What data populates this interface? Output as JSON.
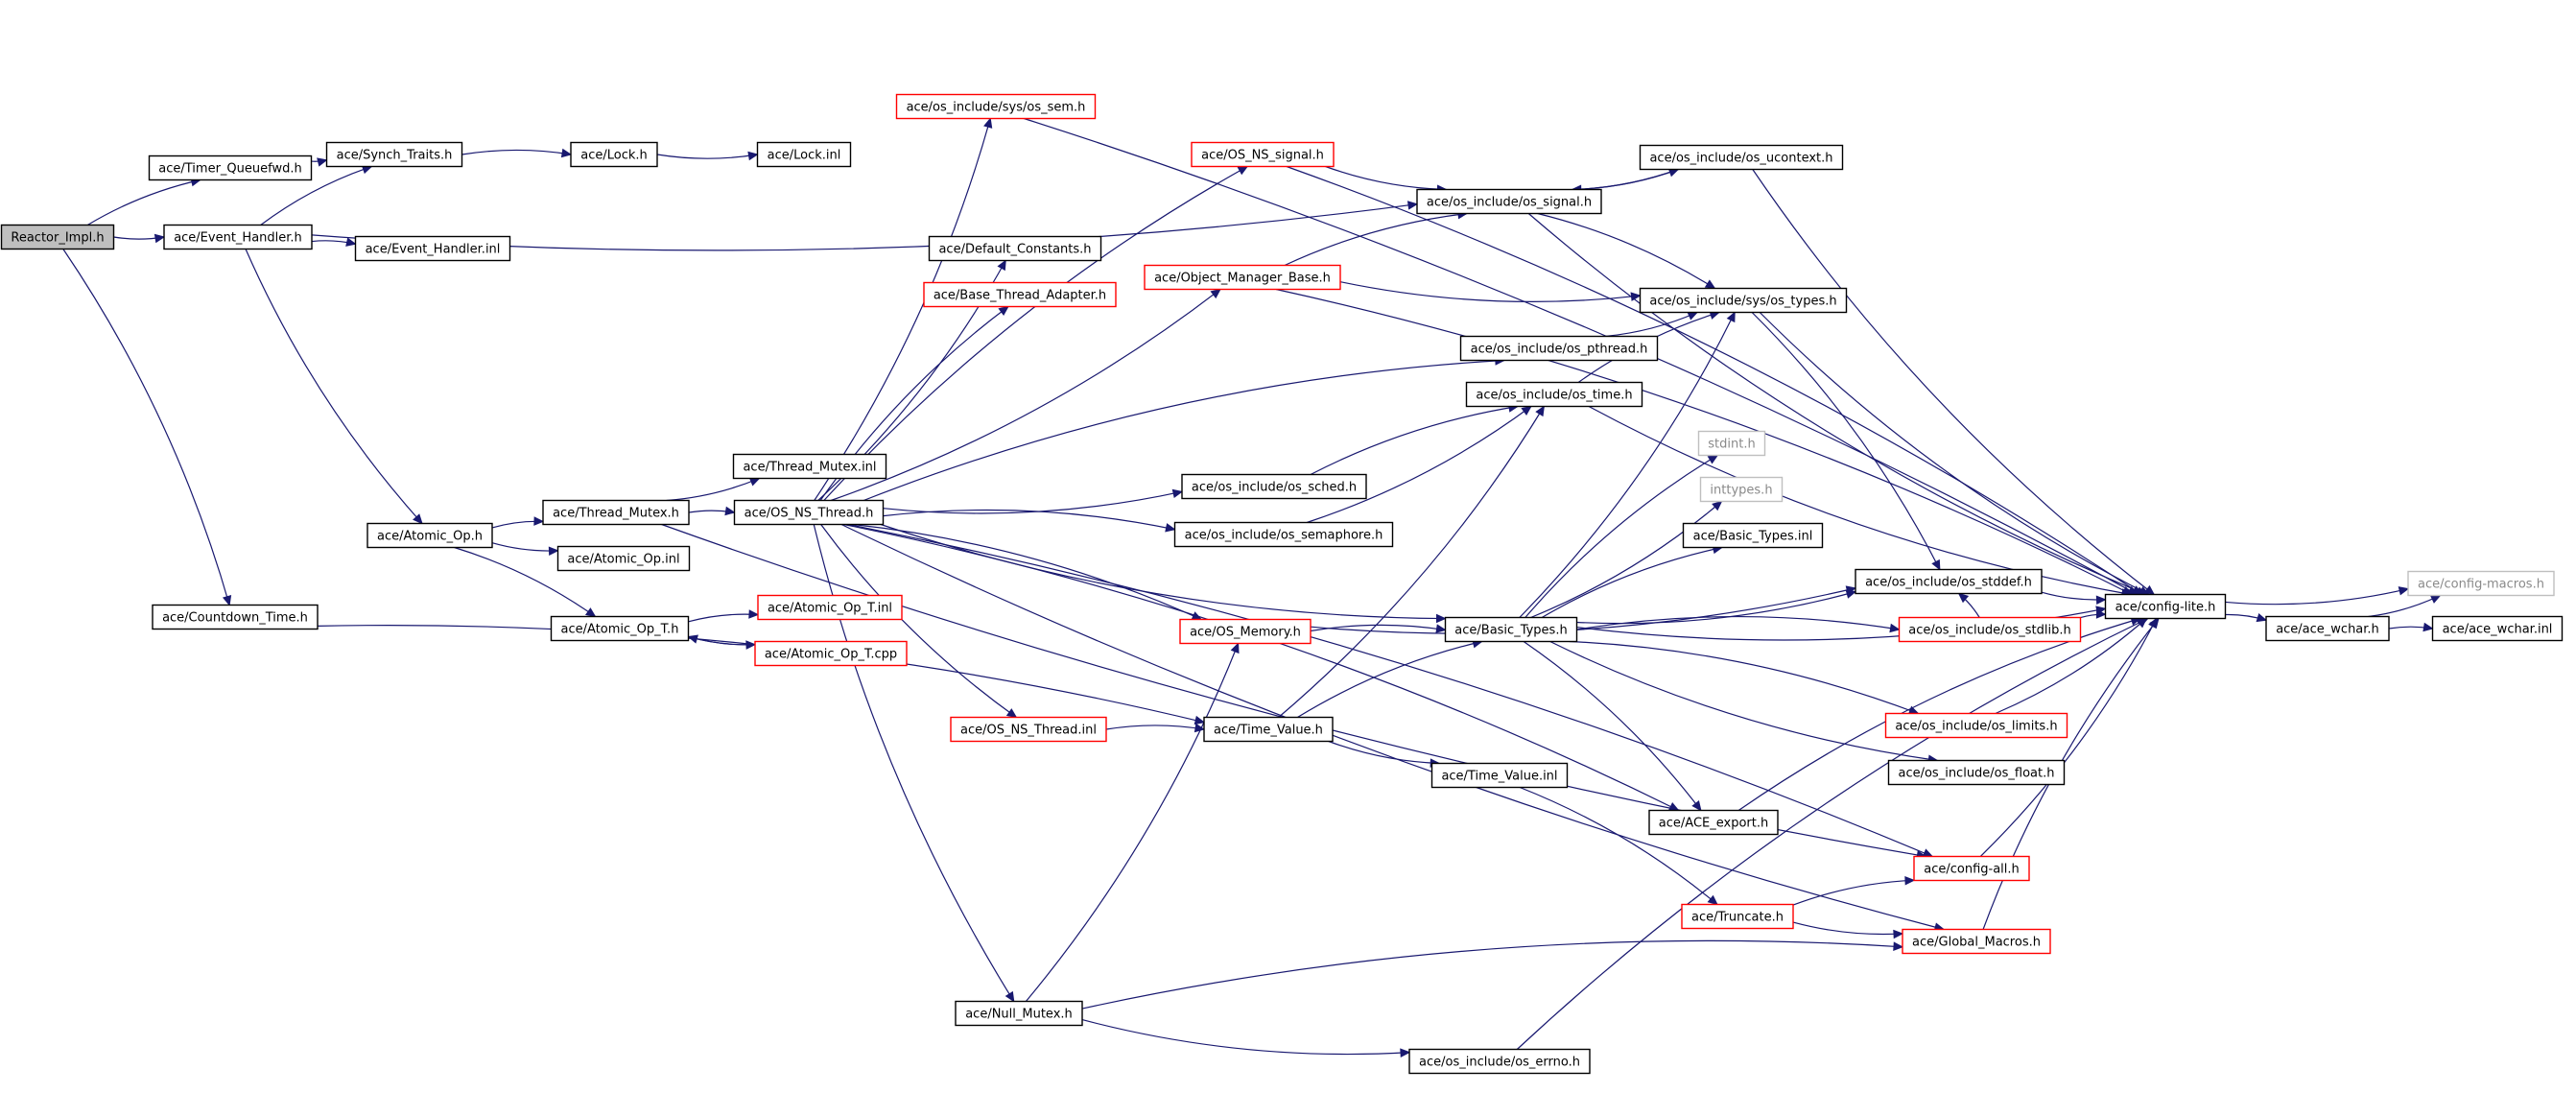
{
  "nodes": [
    {
      "id": "reactor_impl",
      "label": "Reactor_Impl.h",
      "style": "root",
      "link": false
    },
    {
      "id": "timer_queuefwd",
      "label": "ace/Timer_Queuefwd.h",
      "style": "normal",
      "link": true
    },
    {
      "id": "event_handler",
      "label": "ace/Event_Handler.h",
      "style": "normal",
      "link": true
    },
    {
      "id": "countdown_time",
      "label": "ace/Countdown_Time.h",
      "style": "normal",
      "link": true
    },
    {
      "id": "synch_traits",
      "label": "ace/Synch_Traits.h",
      "style": "normal",
      "link": true
    },
    {
      "id": "event_handler_inl",
      "label": "ace/Event_Handler.inl",
      "style": "normal",
      "link": true
    },
    {
      "id": "lock_h",
      "label": "ace/Lock.h",
      "style": "normal",
      "link": true
    },
    {
      "id": "lock_inl",
      "label": "ace/Lock.inl",
      "style": "normal",
      "link": true
    },
    {
      "id": "os_sem",
      "label": "ace/os_include/sys/os_sem.h",
      "style": "red",
      "link": true
    },
    {
      "id": "os_ns_signal",
      "label": "ace/OS_NS_signal.h",
      "style": "red",
      "link": true
    },
    {
      "id": "os_ucontext",
      "label": "ace/os_include/os_ucontext.h",
      "style": "normal",
      "link": true
    },
    {
      "id": "os_signal",
      "label": "ace/os_include/os_signal.h",
      "style": "normal",
      "link": true
    },
    {
      "id": "default_constants",
      "label": "ace/Default_Constants.h",
      "style": "normal",
      "link": true
    },
    {
      "id": "base_thread_adapter",
      "label": "ace/Base_Thread_Adapter.h",
      "style": "red",
      "link": true
    },
    {
      "id": "object_manager_base",
      "label": "ace/Object_Manager_Base.h",
      "style": "red",
      "link": true
    },
    {
      "id": "os_types",
      "label": "ace/os_include/sys/os_types.h",
      "style": "normal",
      "link": true
    },
    {
      "id": "os_pthread",
      "label": "ace/os_include/os_pthread.h",
      "style": "normal",
      "link": true
    },
    {
      "id": "os_time",
      "label": "ace/os_include/os_time.h",
      "style": "normal",
      "link": true
    },
    {
      "id": "stdint",
      "label": "stdint.h",
      "style": "grey",
      "link": false
    },
    {
      "id": "inttypes",
      "label": "inttypes.h",
      "style": "grey",
      "link": false
    },
    {
      "id": "basic_types_inl",
      "label": "ace/Basic_Types.inl",
      "style": "normal",
      "link": true
    },
    {
      "id": "thread_mutex_inl",
      "label": "ace/Thread_Mutex.inl",
      "style": "normal",
      "link": true
    },
    {
      "id": "atomic_op",
      "label": "ace/Atomic_Op.h",
      "style": "normal",
      "link": true
    },
    {
      "id": "thread_mutex",
      "label": "ace/Thread_Mutex.h",
      "style": "normal",
      "link": true
    },
    {
      "id": "os_ns_thread",
      "label": "ace/OS_NS_Thread.h",
      "style": "normal",
      "link": true
    },
    {
      "id": "os_sched",
      "label": "ace/os_include/os_sched.h",
      "style": "normal",
      "link": true
    },
    {
      "id": "os_semaphore",
      "label": "ace/os_include/os_semaphore.h",
      "style": "normal",
      "link": true
    },
    {
      "id": "atomic_op_inl",
      "label": "ace/Atomic_Op.inl",
      "style": "normal",
      "link": true
    },
    {
      "id": "os_stddef",
      "label": "ace/os_include/os_stddef.h",
      "style": "normal",
      "link": true
    },
    {
      "id": "config_lite",
      "label": "ace/config-lite.h",
      "style": "normal",
      "link": true
    },
    {
      "id": "config_macros",
      "label": "ace/config-macros.h",
      "style": "grey",
      "link": false
    },
    {
      "id": "ace_wchar_h",
      "label": "ace/ace_wchar.h",
      "style": "normal",
      "link": true
    },
    {
      "id": "ace_wchar_inl",
      "label": "ace/ace_wchar.inl",
      "style": "normal",
      "link": true
    },
    {
      "id": "atomic_op_t_inl",
      "label": "ace/Atomic_Op_T.inl",
      "style": "red",
      "link": true
    },
    {
      "id": "atomic_op_t",
      "label": "ace/Atomic_Op_T.h",
      "style": "normal",
      "link": true
    },
    {
      "id": "atomic_op_t_cpp",
      "label": "ace/Atomic_Op_T.cpp",
      "style": "red",
      "link": true
    },
    {
      "id": "os_memory",
      "label": "ace/OS_Memory.h",
      "style": "red",
      "link": true
    },
    {
      "id": "basic_types",
      "label": "ace/Basic_Types.h",
      "style": "normal",
      "link": true
    },
    {
      "id": "os_stdlib",
      "label": "ace/os_include/os_stdlib.h",
      "style": "red",
      "link": true
    },
    {
      "id": "os_ns_thread_inl",
      "label": "ace/OS_NS_Thread.inl",
      "style": "red",
      "link": true
    },
    {
      "id": "time_value",
      "label": "ace/Time_Value.h",
      "style": "normal",
      "link": true
    },
    {
      "id": "os_limits",
      "label": "ace/os_include/os_limits.h",
      "style": "red",
      "link": true
    },
    {
      "id": "os_float",
      "label": "ace/os_include/os_float.h",
      "style": "normal",
      "link": true
    },
    {
      "id": "time_value_inl",
      "label": "ace/Time_Value.inl",
      "style": "normal",
      "link": true
    },
    {
      "id": "ace_export",
      "label": "ace/ACE_export.h",
      "style": "normal",
      "link": true
    },
    {
      "id": "config_all",
      "label": "ace/config-all.h",
      "style": "red",
      "link": true
    },
    {
      "id": "truncate",
      "label": "ace/Truncate.h",
      "style": "red",
      "link": true
    },
    {
      "id": "global_macros",
      "label": "ace/Global_Macros.h",
      "style": "red",
      "link": true
    },
    {
      "id": "null_mutex",
      "label": "ace/Null_Mutex.h",
      "style": "normal",
      "link": true
    },
    {
      "id": "os_errno",
      "label": "ace/os_include/os_errno.h",
      "style": "normal",
      "link": true
    }
  ],
  "edges": [
    [
      "reactor_impl",
      "timer_queuefwd"
    ],
    [
      "reactor_impl",
      "event_handler"
    ],
    [
      "reactor_impl",
      "countdown_time"
    ],
    [
      "timer_queuefwd",
      "synch_traits"
    ],
    [
      "event_handler",
      "synch_traits"
    ],
    [
      "event_handler",
      "os_signal"
    ],
    [
      "event_handler",
      "event_handler_inl"
    ],
    [
      "event_handler",
      "atomic_op"
    ],
    [
      "synch_traits",
      "lock_h"
    ],
    [
      "lock_h",
      "lock_inl"
    ],
    [
      "countdown_time",
      "time_value"
    ],
    [
      "os_ns_thread",
      "os_sem"
    ],
    [
      "os_ns_thread",
      "os_ns_signal"
    ],
    [
      "os_ns_thread",
      "default_constants"
    ],
    [
      "os_ns_thread",
      "base_thread_adapter"
    ],
    [
      "os_ns_thread",
      "object_manager_base"
    ],
    [
      "os_ns_thread",
      "os_pthread"
    ],
    [
      "os_ns_thread",
      "os_sched"
    ],
    [
      "os_ns_thread",
      "os_semaphore"
    ],
    [
      "os_ns_thread",
      "basic_types"
    ],
    [
      "os_ns_thread",
      "os_memory"
    ],
    [
      "os_ns_thread",
      "os_ns_thread_inl"
    ],
    [
      "os_ns_thread",
      "ace_export"
    ],
    [
      "os_ns_thread",
      "global_macros"
    ],
    [
      "os_ns_thread",
      "config_all"
    ],
    [
      "os_ns_thread",
      "null_mutex"
    ],
    [
      "os_sem",
      "config_lite"
    ],
    [
      "os_ns_signal",
      "os_signal"
    ],
    [
      "os_ns_signal",
      "config_lite"
    ],
    [
      "os_signal",
      "os_ucontext"
    ],
    [
      "os_ucontext",
      "os_signal"
    ],
    [
      "os_ucontext",
      "config_lite"
    ],
    [
      "os_signal",
      "os_types"
    ],
    [
      "os_signal",
      "config_lite"
    ],
    [
      "object_manager_base",
      "os_signal"
    ],
    [
      "object_manager_base",
      "os_types"
    ],
    [
      "object_manager_base",
      "config_lite"
    ],
    [
      "os_pthread",
      "os_types"
    ],
    [
      "os_time",
      "os_types"
    ],
    [
      "os_time",
      "config_lite"
    ],
    [
      "os_sched",
      "os_time"
    ],
    [
      "os_semaphore",
      "os_time"
    ],
    [
      "os_types",
      "os_stddef"
    ],
    [
      "os_types",
      "config_lite"
    ],
    [
      "atomic_op",
      "thread_mutex"
    ],
    [
      "atomic_op",
      "atomic_op_inl"
    ],
    [
      "atomic_op",
      "atomic_op_t"
    ],
    [
      "thread_mutex",
      "thread_mutex_inl"
    ],
    [
      "thread_mutex",
      "os_ns_thread"
    ],
    [
      "thread_mutex",
      "config_all"
    ],
    [
      "atomic_op_t",
      "atomic_op_t_inl"
    ],
    [
      "atomic_op_t",
      "atomic_op_t_cpp"
    ],
    [
      "atomic_op_t_cpp",
      "atomic_op_t"
    ],
    [
      "basic_types",
      "os_types"
    ],
    [
      "basic_types",
      "stdint"
    ],
    [
      "basic_types",
      "inttypes"
    ],
    [
      "basic_types",
      "basic_types_inl"
    ],
    [
      "basic_types",
      "os_stddef"
    ],
    [
      "basic_types",
      "os_stdlib"
    ],
    [
      "basic_types",
      "config_lite"
    ],
    [
      "basic_types",
      "os_limits"
    ],
    [
      "basic_types",
      "os_float"
    ],
    [
      "basic_types",
      "ace_export"
    ],
    [
      "os_stdlib",
      "os_stddef"
    ],
    [
      "os_stdlib",
      "config_lite"
    ],
    [
      "os_stddef",
      "config_lite"
    ],
    [
      "os_memory",
      "basic_types"
    ],
    [
      "os_memory",
      "os_stddef"
    ],
    [
      "os_ns_thread_inl",
      "time_value"
    ],
    [
      "time_value",
      "os_time"
    ],
    [
      "time_value",
      "basic_types"
    ],
    [
      "time_value",
      "time_value_inl"
    ],
    [
      "time_value_inl",
      "truncate"
    ],
    [
      "os_limits",
      "config_lite"
    ],
    [
      "ace_export",
      "config_lite"
    ],
    [
      "config_all",
      "config_lite"
    ],
    [
      "truncate",
      "config_all"
    ],
    [
      "truncate",
      "global_macros"
    ],
    [
      "global_macros",
      "config_lite"
    ],
    [
      "null_mutex",
      "os_memory"
    ],
    [
      "null_mutex",
      "global_macros"
    ],
    [
      "null_mutex",
      "os_errno"
    ],
    [
      "os_errno",
      "config_lite"
    ],
    [
      "config_lite",
      "config_macros"
    ],
    [
      "config_lite",
      "ace_wchar_h"
    ],
    [
      "ace_wchar_h",
      "config_macros"
    ],
    [
      "ace_wchar_h",
      "ace_wchar_inl"
    ]
  ],
  "colors": {
    "edge": "#191970",
    "node_border": "#000000",
    "external_node_border": "#ff0000",
    "system_node_border": "#bfbfbf",
    "root_fill": "#bfbfbf"
  }
}
